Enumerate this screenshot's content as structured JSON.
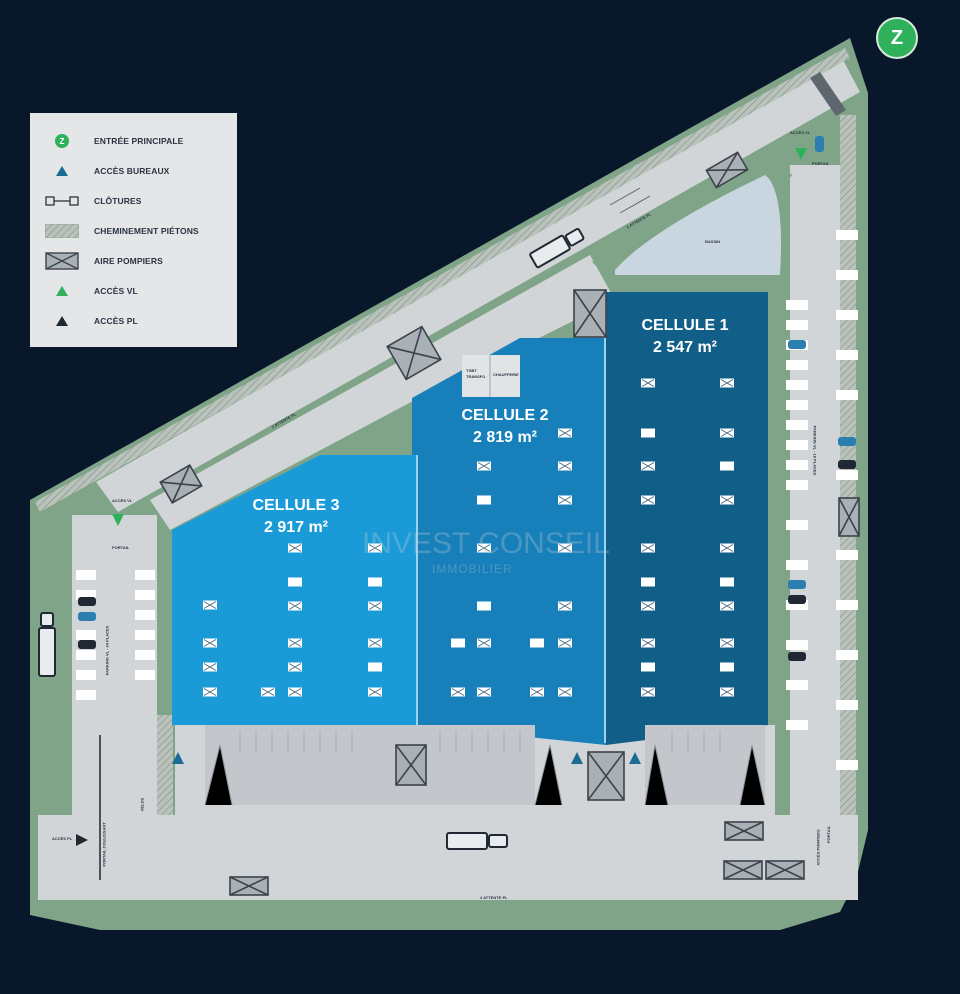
{
  "legend": {
    "items": [
      {
        "label": "ENTRÉE PRINCIPALE",
        "icon": "entree-principale-icon"
      },
      {
        "label": "ACCÈS BUREAUX",
        "icon": "acces-bureaux-icon"
      },
      {
        "label": "CLÔTURES",
        "icon": "clotures-icon"
      },
      {
        "label": "CHEMINEMENT PIÉTONS",
        "icon": "cheminement-pietons-icon"
      },
      {
        "label": "AIRE POMPIERS",
        "icon": "aire-pompiers-icon"
      },
      {
        "label": "ACCÈS VL",
        "icon": "acces-vl-icon"
      },
      {
        "label": "ACCÈS PL",
        "icon": "acces-pl-icon"
      }
    ]
  },
  "cells": [
    {
      "name": "CELLULE 1",
      "area": "2 547 m²"
    },
    {
      "name": "CELLULE 2",
      "area": "2 819 m²"
    },
    {
      "name": "CELLULE 3",
      "area": "2 917 m²"
    }
  ],
  "small_labels": {
    "bassin": "BASSIN",
    "attente_top": "1 ATTENTE PL",
    "attente_mid": "2 ATTENTE PL",
    "attente_bottom": "4 ATTENTE PL",
    "acces_vl_right": "ACCÈS VL",
    "portail_right": "PORTAIL",
    "acces_vl_left": "ACCÈS VL",
    "portail_left": "PORTAIL",
    "parking_left": "PARKING VL - 24 PLACES",
    "parking_right": "PARKING VL - 18 PLACES",
    "acces_pl": "ACCÈS PL",
    "portail_coulissant": "PORTAIL COULISSANT",
    "acces_pompiers": "ACCÈS POMPIERS",
    "portail_bottom": "PORTAIL",
    "velos": "VÉLOS",
    "tgbt": "TGBT",
    "transfo": "TRANSFO",
    "chaufferie": "CHAUFFERIE"
  },
  "watermark": {
    "line1": "INVEST CONSEIL",
    "line2": "IMMOBILIER"
  },
  "colors": {
    "background": "#08182a",
    "road": "#d2d5d8",
    "green": "#7fa488",
    "cell1": "#115e88",
    "cell2": "#1780bb",
    "cell3": "#1a9bd8",
    "accent_green": "#2eb15a",
    "office_access": "#1a6c94"
  }
}
